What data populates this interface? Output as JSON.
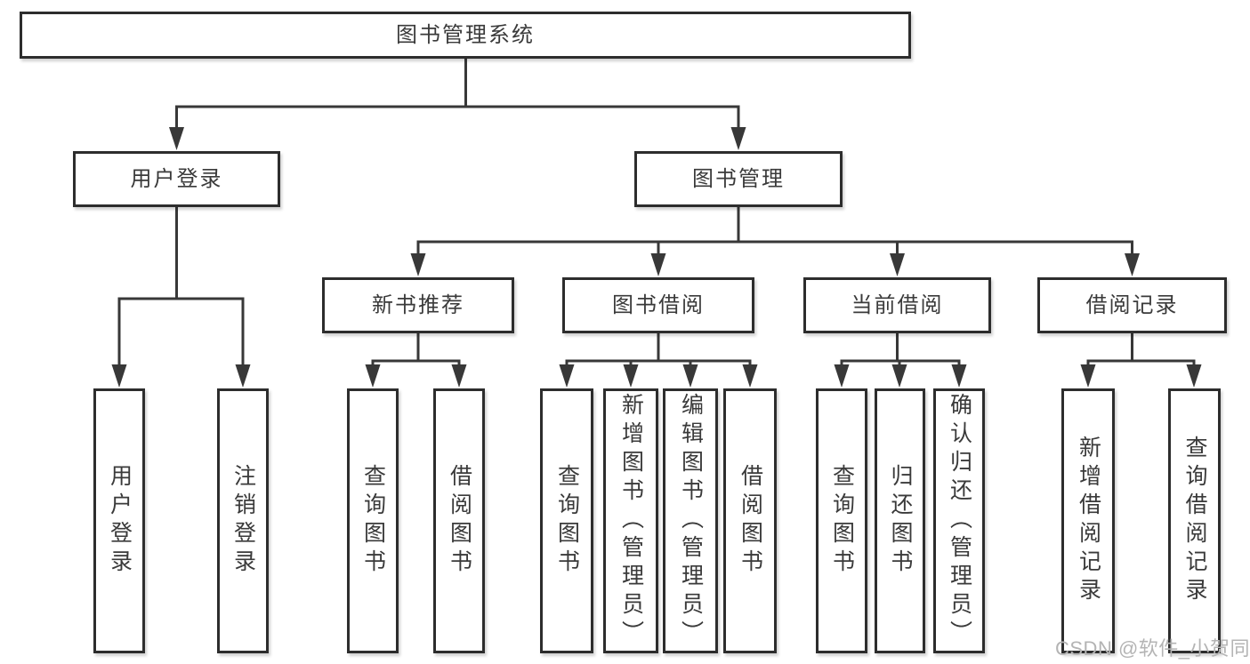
{
  "root": {
    "label": "图书管理系统"
  },
  "user_login": {
    "label": "用户登录",
    "leaves": [
      "用户登录",
      "注销登录"
    ]
  },
  "book_management": {
    "label": "图书管理",
    "sections": [
      {
        "label": "新书推荐",
        "leaves": [
          "查询图书",
          "借阅图书"
        ]
      },
      {
        "label": "图书借阅",
        "leaves": [
          "查询图书",
          "新增图书（管理员）",
          "编辑图书（管理员）",
          "借阅图书"
        ]
      },
      {
        "label": "当前借阅",
        "leaves": [
          "查询图书",
          "归还图书",
          "确认归还（管理员）"
        ]
      },
      {
        "label": "借阅记录",
        "leaves": [
          "新增借阅记录",
          "查询借阅记录"
        ]
      }
    ]
  },
  "watermark": {
    "text": "CSDN @软件_小贺同学"
  },
  "colors": {
    "line": "#383838",
    "box_border": "#2d2d2d",
    "text": "#3a3a3a",
    "background": "#ffffff",
    "watermark": "#b4b4b4"
  }
}
